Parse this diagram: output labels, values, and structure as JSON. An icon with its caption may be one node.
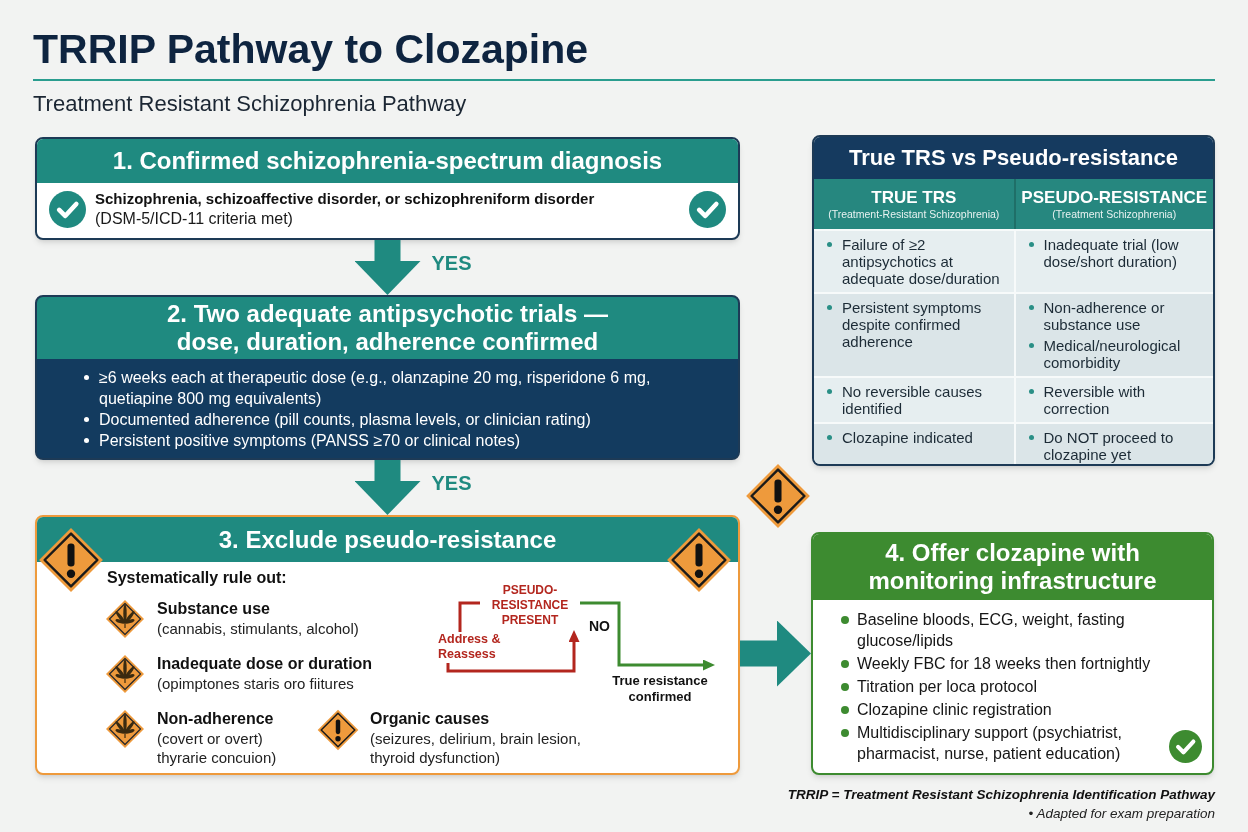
{
  "diagram": {
    "title": "TRRIP Pathway to Clozapine",
    "nodes": [
      {
        "text": [
          "1. Confirmed schizophrenia-spectrum diagnosis",
          "Schizophrenia, schizoaffective disorder, or schizophreniform disorder",
          "(DSM-5/ICD-11 criteria met)"
        ]
      },
      {
        "text": [
          "2. Two adequate antipsychotic trials — dose, duration, adherence confirmed",
          "≥6 weeks each at therapeutic dose (e.g., olanzapine 20 mg, risperidone 6 mg, quetiapine 800 mg equivalents)",
          "Documented adherence (pill counts, plasma levels, or clinician rating)",
          "Persistent positive symptoms (PANSS ≥70 or clinical notes)"
        ]
      },
      {
        "text": [
          "3. Exclude pseudo-resistance",
          "Systematically rule out:",
          "Substance use",
          "(cannabis, stimulants, alcohol)",
          "Inadequate dose or duration",
          "(opimptones staris oro fiitures",
          "Non-adherence",
          "(covert or overt) thyrarie concuion)",
          "Organic causes",
          "(seizures, delirium, brain lesion, thyroid dysfunction)"
        ]
      },
      {
        "text": [
          "PSEUDO-RESISTANCE PRESENT"
        ],
        "in": 2
      },
      {
        "text": [
          "Address & Reassess"
        ],
        "in": 2
      },
      {
        "text": [
          "True resistance confirmed"
        ],
        "in": 2
      },
      {
        "text": [
          "True TRS vs Pseudo-resistance",
          "TRUE TRS",
          "(Treatment-Resistant Schizophrenia)",
          "PSEUDO-RESISTANCE",
          "(Treatment Schizophrenia)",
          "Failure of ≥2 antipsychotics at adequate dose/duration",
          "Inadequate trial (low dose/short duration)",
          "Persistent symptoms despite confirmed adherence",
          "Non-adherence or substance use",
          "Medical/neurological comorbidity",
          "No reversible causes identified",
          "Reversible with correction",
          "Clozapine indicated",
          "Do NOT proceed to clozapine yet"
        ]
      },
      {
        "text": [
          "4. Offer clozapine with monitoring infrastructure",
          "Baseline bloods, ECG, weight, fasting glucose/lipids",
          "Weekly FBC for 18 weeks then fortnightly",
          "Titration per loca protocol",
          "Clozapine clinic registration",
          "Multidisciplinary support (psychiatrist, pharmacist, nurse, patient education)"
        ]
      }
    ],
    "edges": [
      {
        "from": 0,
        "to": 1,
        "arrow": "to",
        "label": "YES",
        "style": "thick"
      },
      {
        "from": 1,
        "to": 2,
        "arrow": "to",
        "label": "YES",
        "style": "thick"
      },
      {
        "from": 2,
        "to": 7,
        "arrow": "to",
        "style": "thick"
      },
      {
        "from": 3,
        "to": 4,
        "arrow": "none",
        "color": "#b3261e"
      },
      {
        "from": 4,
        "to": 3,
        "arrow": "to",
        "color": "#b3261e"
      },
      {
        "from": 3,
        "to": 5,
        "arrow": "to",
        "label": "NO",
        "color": "#3d8b30"
      }
    ],
    "labels": [
      "Treatment Resistant Schizophrenia Pathway",
      "TRRIP = Treatment Resistant Schizophrenia Identification Pathway",
      "• Adapted for exam preparation"
    ]
  }
}
